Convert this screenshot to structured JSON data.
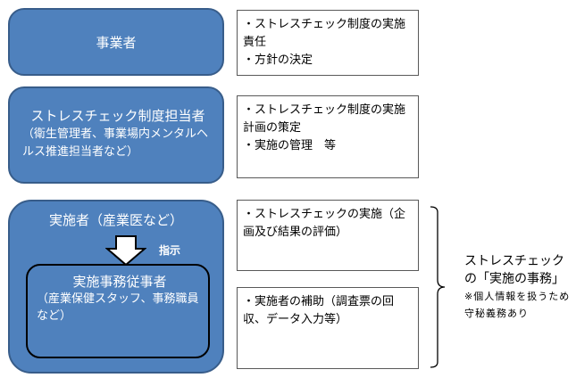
{
  "roles": {
    "employer": {
      "label": "事業者"
    },
    "manager": {
      "label": "ストレスチェック制度担当者",
      "sub": "（衛生管理者、事業場内メンタルヘルス推進担当者など）"
    },
    "implementer": {
      "label": "実施者（産業医など）",
      "instruction": "指示",
      "staff": {
        "label": "実施事務従事者",
        "sub": "（産業保健スタッフ、事務職員など）"
      }
    }
  },
  "duties": [
    {
      "lines": [
        "・ストレスチェック制度の実施責任",
        "・方針の決定"
      ]
    },
    {
      "lines": [
        "・ストレスチェック制度の実施計画の策定",
        "・実施の管理　等"
      ]
    },
    {
      "lines": [
        "・ストレスチェックの実施（企画及び結果の評価）"
      ]
    },
    {
      "lines": [
        "・実施者の補助（調査票の回収、データ入力等）"
      ]
    }
  ],
  "note": {
    "title": "ストレスチェックの「実施の事務」",
    "sub": "※個人情報を扱うため守秘義務あり"
  },
  "colors": {
    "role_fill": "#4f81bd",
    "role_border": "#385d8a",
    "inner_border": "#000000"
  }
}
